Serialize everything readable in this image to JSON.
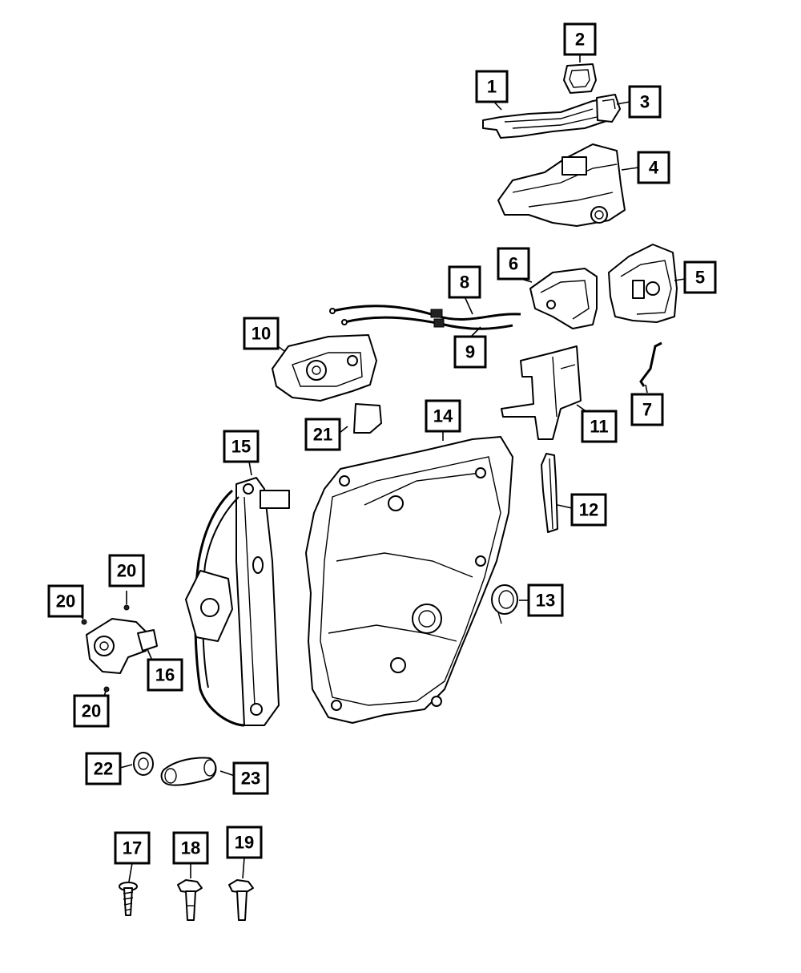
{
  "diagram": {
    "callouts": [
      {
        "id": "1",
        "label": "1"
      },
      {
        "id": "2",
        "label": "2"
      },
      {
        "id": "3",
        "label": "3"
      },
      {
        "id": "4",
        "label": "4"
      },
      {
        "id": "5",
        "label": "5"
      },
      {
        "id": "6",
        "label": "6"
      },
      {
        "id": "7",
        "label": "7"
      },
      {
        "id": "8",
        "label": "8"
      },
      {
        "id": "9",
        "label": "9"
      },
      {
        "id": "10",
        "label": "10"
      },
      {
        "id": "11",
        "label": "11"
      },
      {
        "id": "12",
        "label": "12"
      },
      {
        "id": "13",
        "label": "13"
      },
      {
        "id": "14",
        "label": "14"
      },
      {
        "id": "15",
        "label": "15"
      },
      {
        "id": "16",
        "label": "16"
      },
      {
        "id": "17",
        "label": "17"
      },
      {
        "id": "18",
        "label": "18"
      },
      {
        "id": "19",
        "label": "19"
      },
      {
        "id": "20a",
        "label": "20"
      },
      {
        "id": "20b",
        "label": "20"
      },
      {
        "id": "20c",
        "label": "20"
      },
      {
        "id": "21",
        "label": "21"
      },
      {
        "id": "22",
        "label": "22"
      },
      {
        "id": "23",
        "label": "23"
      }
    ]
  }
}
